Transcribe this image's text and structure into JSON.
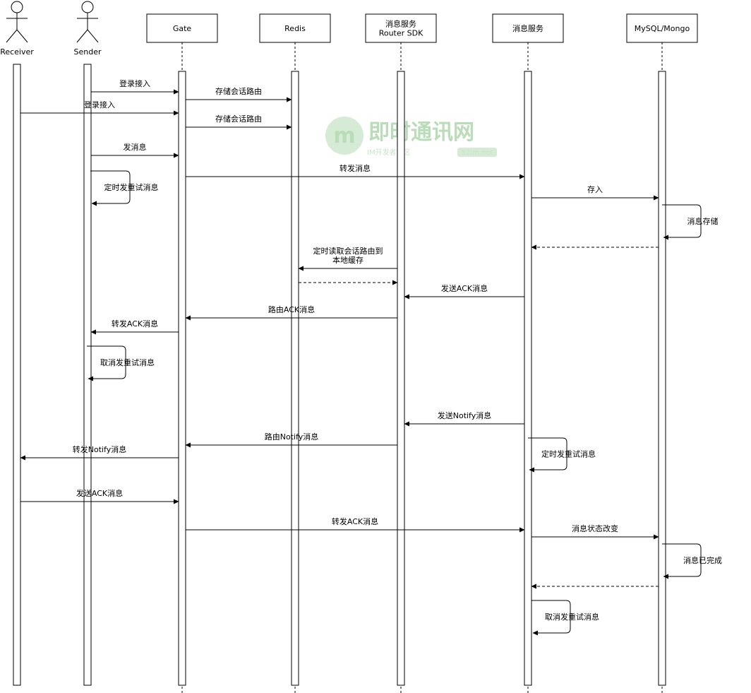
{
  "watermark": {
    "brand": "即时通讯网",
    "tagline": "IM开发者社区",
    "domain": "52im.net"
  },
  "actors": [
    {
      "id": "receiver",
      "label": "Receiver"
    },
    {
      "id": "sender",
      "label": "Sender"
    }
  ],
  "participants": [
    {
      "id": "gate",
      "lines": [
        "Gate"
      ]
    },
    {
      "id": "redis",
      "lines": [
        "Redis"
      ]
    },
    {
      "id": "router",
      "lines": [
        "消息服务",
        "Router SDK"
      ]
    },
    {
      "id": "msg",
      "lines": [
        "消息服务"
      ]
    },
    {
      "id": "db",
      "lines": [
        "MySQL/Mongo"
      ]
    }
  ],
  "messages": [
    {
      "from": "sender",
      "to": "gate",
      "label": "登录接入",
      "style": "solid"
    },
    {
      "from": "gate",
      "to": "redis",
      "label": "存储会话路由",
      "style": "solid"
    },
    {
      "from": "receiver",
      "to": "gate",
      "label": "登录接入",
      "style": "solid"
    },
    {
      "from": "gate",
      "to": "redis",
      "label": "存储会话路由",
      "style": "solid"
    },
    {
      "from": "sender",
      "to": "gate",
      "label": "发消息",
      "style": "solid"
    },
    {
      "from": "sender",
      "to": "sender",
      "label": "定时发重试消息",
      "style": "self"
    },
    {
      "from": "gate",
      "to": "msg",
      "label": "转发消息",
      "style": "solid"
    },
    {
      "from": "msg",
      "to": "db",
      "label": "存入",
      "style": "solid"
    },
    {
      "from": "db",
      "to": "db",
      "label": "消息存储",
      "style": "self"
    },
    {
      "from": "db",
      "to": "msg",
      "label": "",
      "style": "dashed"
    },
    {
      "from": "router",
      "to": "redis",
      "label": "定时读取会话路由到\n本地缓存",
      "style": "solid"
    },
    {
      "from": "redis",
      "to": "router",
      "label": "",
      "style": "dashed"
    },
    {
      "from": "msg",
      "to": "router",
      "label": "发送ACK消息",
      "style": "solid"
    },
    {
      "from": "router",
      "to": "gate",
      "label": "路由ACK消息",
      "style": "solid"
    },
    {
      "from": "gate",
      "to": "sender",
      "label": "转发ACK消息",
      "style": "solid"
    },
    {
      "from": "sender",
      "to": "sender",
      "label": "取消发重试消息",
      "style": "self"
    },
    {
      "from": "msg",
      "to": "router",
      "label": "发送Notify消息",
      "style": "solid"
    },
    {
      "from": "router",
      "to": "gate",
      "label": "路由Notify消息",
      "style": "solid"
    },
    {
      "from": "msg",
      "to": "msg",
      "label": "定时发重试消息",
      "style": "self"
    },
    {
      "from": "gate",
      "to": "receiver",
      "label": "转发Notify消息",
      "style": "solid"
    },
    {
      "from": "receiver",
      "to": "gate",
      "label": "发送ACK消息",
      "style": "solid"
    },
    {
      "from": "gate",
      "to": "msg",
      "label": "转发ACK消息",
      "style": "solid"
    },
    {
      "from": "msg",
      "to": "db",
      "label": "消息状态改变",
      "style": "solid"
    },
    {
      "from": "db",
      "to": "db",
      "label": "消息已完成",
      "style": "self"
    },
    {
      "from": "db",
      "to": "msg",
      "label": "",
      "style": "dashed"
    },
    {
      "from": "msg",
      "to": "msg",
      "label": "取消发重试消息",
      "style": "self"
    }
  ]
}
